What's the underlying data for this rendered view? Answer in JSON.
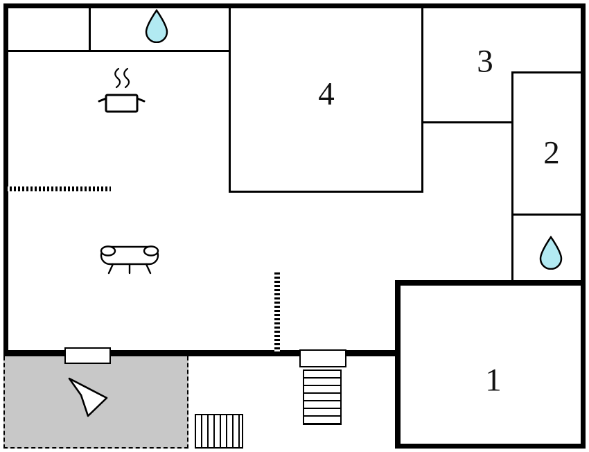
{
  "plan": {
    "type": "floor-plan",
    "rooms": {
      "room1": {
        "label": "1"
      },
      "room2": {
        "label": "2"
      },
      "room3": {
        "label": "3"
      },
      "room4": {
        "label": "4"
      }
    },
    "icons": {
      "drop_top": "water-drop-icon",
      "drop_right": "water-drop-icon",
      "kitchen": "cooking-pot-icon",
      "living": "sofa-icon",
      "stairs": "stairs-icon",
      "side_steps": "steps-icon",
      "terrace_arrow": "direction-arrow-icon",
      "window_left": "window-icon",
      "window_center": "window-icon"
    },
    "colors": {
      "wall": "#000000",
      "terrace_fill": "#c8c8c8",
      "water_drop_fill": "#b2eaf2",
      "background": "#ffffff"
    }
  }
}
